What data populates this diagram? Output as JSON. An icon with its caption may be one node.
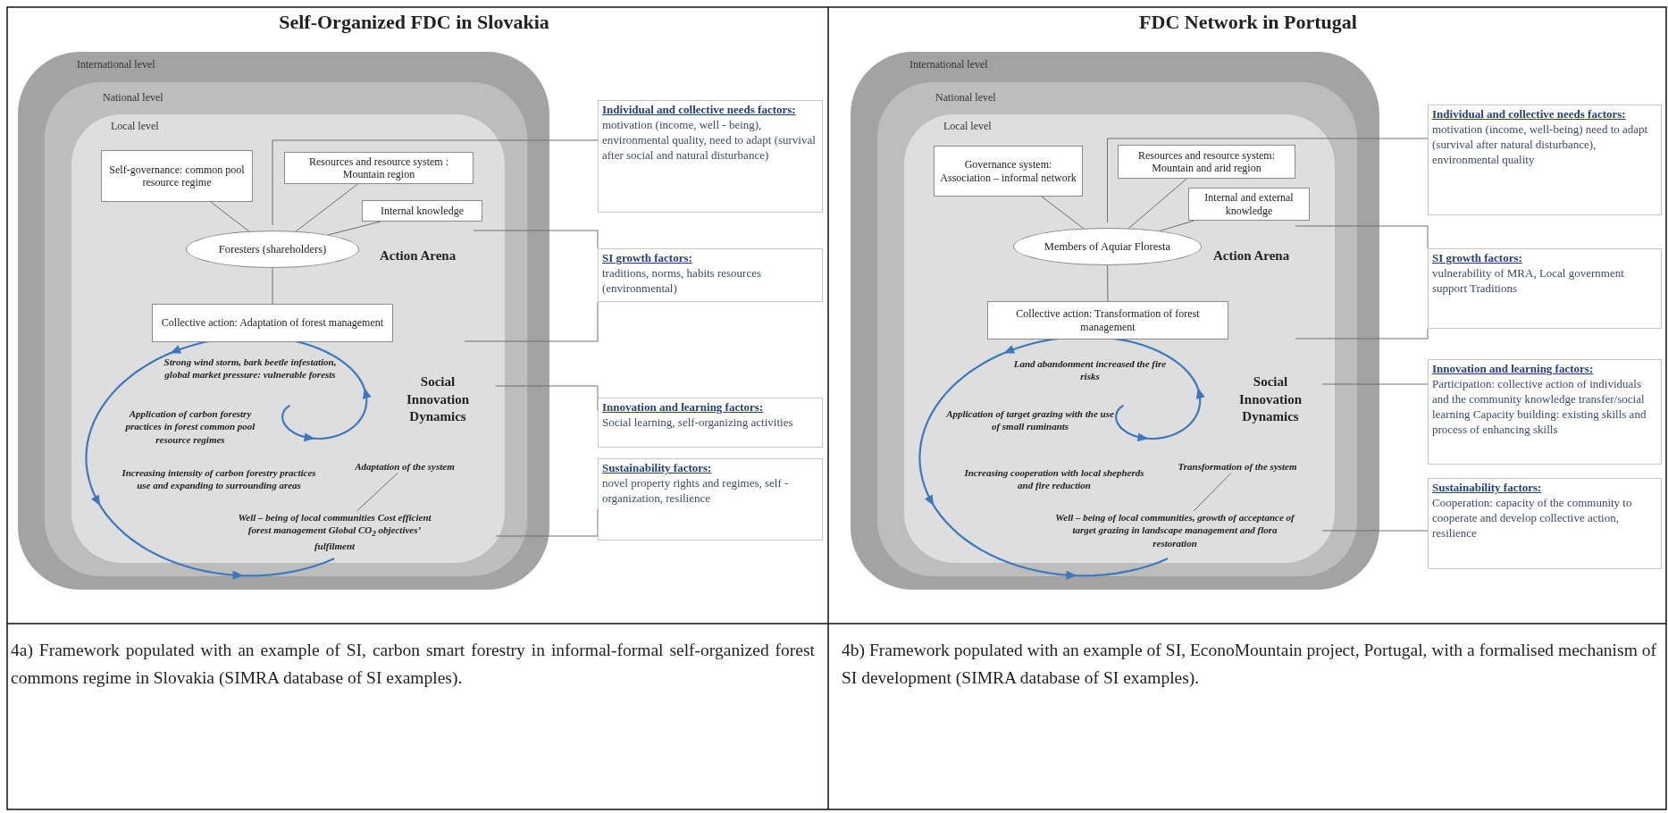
{
  "diagram": {
    "nodes": [
      {
        "text": [
          "International level"
        ]
      },
      {
        "text": [
          "National level"
        ],
        "in": 0
      },
      {
        "text": [
          "Local level"
        ],
        "in": 1
      },
      {
        "text": [
          "Self-governance: common pool resource regime"
        ],
        "in": 2
      },
      {
        "text": [
          "Resources and resource system : Mountain region"
        ],
        "in": 2
      },
      {
        "text": [
          "Internal knowledge"
        ],
        "in": 2
      },
      {
        "text": [
          "Foresters (shareholders)"
        ],
        "in": 2
      },
      {
        "text": [
          "Collective action: Adaptation of forest management"
        ],
        "in": 2
      },
      {
        "text": [
          "Adaptation of the system"
        ],
        "in": 2
      },
      {
        "text": [
          "Well – being of local communities Cost efficient forest management Global CO$_{2}$ objectives’ fulfilment"
        ],
        "in": 2
      },
      {
        "text": [
          "Individual and collective needs factors:",
          "motivation (income, well - being), environmental quality, need to adapt (survival after social and natural disturbance)"
        ]
      },
      {
        "text": [
          "SI growth factors:",
          "traditions, norms, habits resources (environmental)"
        ]
      },
      {
        "text": [
          "Innovation and learning factors:",
          "Social learning, self-organizing activities"
        ]
      },
      {
        "text": [
          "Sustainability factors:",
          "novel property rights and regimes, self - organization, resilience"
        ]
      },
      {
        "text": [
          "International level"
        ]
      },
      {
        "text": [
          "National level"
        ],
        "in": 14
      },
      {
        "text": [
          "Local level"
        ],
        "in": 15
      },
      {
        "text": [
          "Governance system: Association – informal network"
        ],
        "in": 16
      },
      {
        "text": [
          "Resources and resource system: Mountain and arid region"
        ],
        "in": 16
      },
      {
        "text": [
          "Internal and external knowledge"
        ],
        "in": 16
      },
      {
        "text": [
          "Members of Aquiar Floresta"
        ],
        "in": 16
      },
      {
        "text": [
          "Collective action: Transformation of forest management"
        ],
        "in": 16
      },
      {
        "text": [
          "Transformation of the system"
        ],
        "in": 16
      },
      {
        "text": [
          "Well – being of local communities, growth of acceptance of target grazing in landscape management and flora restoration"
        ],
        "in": 16
      },
      {
        "text": [
          "Individual and collective needs factors:",
          "motivation (income, well-being) need to adapt (survival after natural disturbance), environmental quality"
        ]
      },
      {
        "text": [
          "SI growth factors:",
          "vulnerability of MRA, Local government support Traditions"
        ]
      },
      {
        "text": [
          "Innovation and learning factors:",
          "Participation: collective action of individuals and the community knowledge transfer/social learning Capacity building: existing skills and process of enhancing skills"
        ]
      },
      {
        "text": [
          "Sustainability factors:",
          "Cooperation: capacity of the community to cooperate and develop collective action, resilience"
        ]
      }
    ],
    "edges": [
      {
        "from": 3,
        "to": 6,
        "arrow": "none"
      },
      {
        "from": 4,
        "to": 6,
        "arrow": "none"
      },
      {
        "from": 5,
        "to": 6,
        "arrow": "none"
      },
      {
        "from": 6,
        "to": 7,
        "arrow": "none"
      },
      {
        "from": 8,
        "to": 9,
        "arrow": "none"
      },
      {
        "from": 10,
        "to": 6,
        "arrow": "none"
      },
      {
        "from": 11,
        "to": 2,
        "arrow": "none"
      },
      {
        "from": 12,
        "to": 2,
        "arrow": "none"
      },
      {
        "from": 13,
        "to": 2,
        "arrow": "none"
      },
      {
        "from": 17,
        "to": 20,
        "arrow": "none"
      },
      {
        "from": 18,
        "to": 20,
        "arrow": "none"
      },
      {
        "from": 19,
        "to": 20,
        "arrow": "none"
      },
      {
        "from": 20,
        "to": 21,
        "arrow": "none"
      },
      {
        "from": 22,
        "to": 23,
        "arrow": "none"
      },
      {
        "from": 24,
        "to": 20,
        "arrow": "none"
      },
      {
        "from": 25,
        "to": 16,
        "arrow": "none"
      },
      {
        "from": 26,
        "to": 16,
        "arrow": "none"
      },
      {
        "from": 27,
        "to": 16,
        "arrow": "none"
      }
    ],
    "labels": [
      "Self-Organized FDC in Slovakia",
      "FDC Network in Portugal",
      "Action Arena",
      "Strong wind storm, bark beetle infestation, global market pressure: vulnerable forests",
      "Social Innovation Dynamics",
      "Application of carbon forestry practices in forest common pool resource regimes",
      "Increasing intensity of carbon forestry practices use and expanding to surrounding areas",
      "Action Arena",
      "Land abandonment increased the fire risks",
      "Social Innovation Dynamics",
      "Application of target grazing with the use of small ruminants",
      "Increasing cooperation with local shepherds and fire reduction",
      "4a) Framework populated with an example of SI, carbon smart forestry in informal-formal self-organized forest commons regime in Slovakia (SIMRA database of SI examples).",
      "4b) Framework populated with an example of SI, EconoMountain project, Portugal, with a formalised mechanism of SI development (SIMRA database of SI examples)."
    ]
  }
}
